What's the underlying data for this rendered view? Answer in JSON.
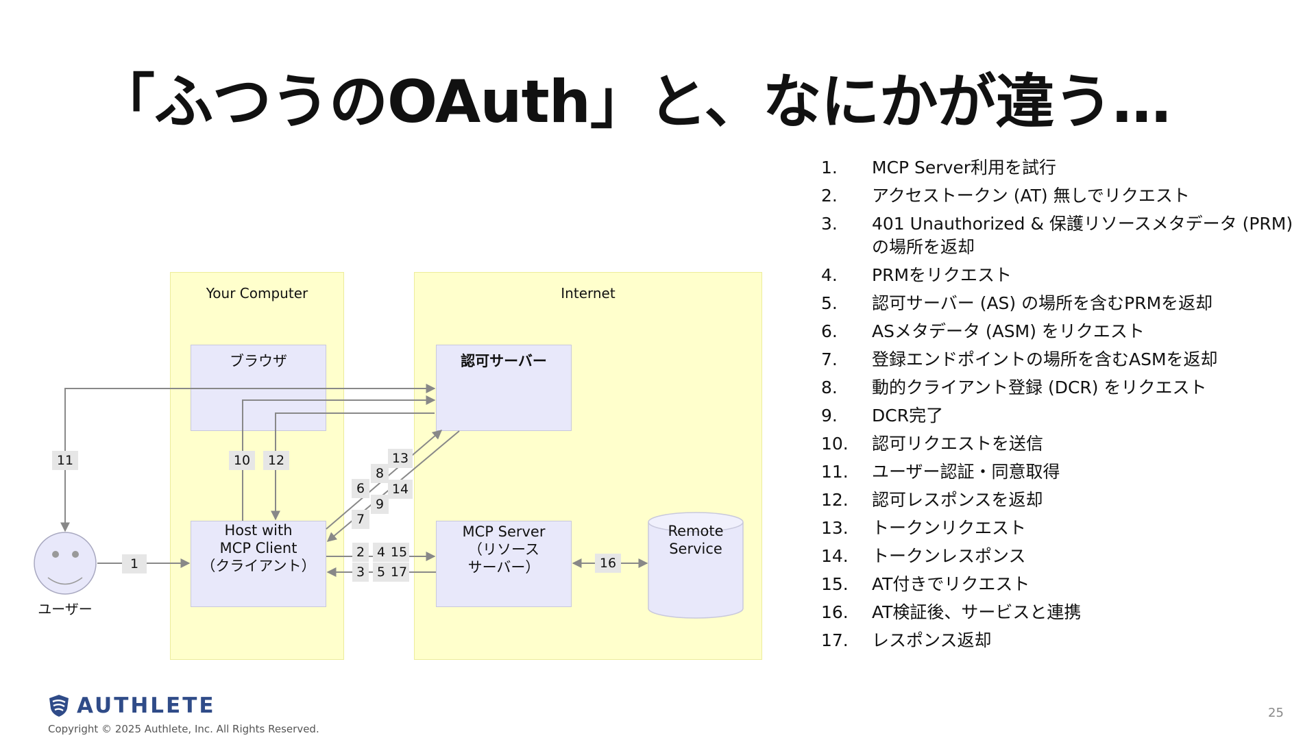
{
  "title": "「ふつうのOAuth」と、なにかが違う…",
  "zones": {
    "your_computer": "Your Computer",
    "internet": "Internet"
  },
  "nodes": {
    "browser": "ブラウザ",
    "auth_server": "認可サーバー",
    "host_client": "Host with\nMCP Client\n（クライアント）",
    "mcp_server": "MCP Server\n（リソース\nサーバー）",
    "remote_service": "Remote\nService",
    "user": "ユーザー"
  },
  "arrow_labels": {
    "a1": "1",
    "a2": "2",
    "a3": "3",
    "a4": "4",
    "a5": "5",
    "a6": "6",
    "a7": "7",
    "a8": "8",
    "a9": "9",
    "a10": "10",
    "a11": "11",
    "a12": "12",
    "a13": "13",
    "a14": "14",
    "a15": "15",
    "a16": "16",
    "a17": "17"
  },
  "steps": [
    {
      "num": "1.",
      "text": "MCP Server利用を試行"
    },
    {
      "num": "2.",
      "text": "アクセストークン (AT) 無しでリクエスト"
    },
    {
      "num": "3.",
      "text": "401 Unauthorized & 保護リソースメタデータ (PRM) の場所を返却"
    },
    {
      "num": "4.",
      "text": "PRMをリクエスト"
    },
    {
      "num": "5.",
      "text": "認可サーバー (AS) の場所を含むPRMを返却"
    },
    {
      "num": "6.",
      "text": "ASメタデータ (ASM) をリクエスト"
    },
    {
      "num": "7.",
      "text": "登録エンドポイントの場所を含むASMを返却"
    },
    {
      "num": "8.",
      "text": "動的クライアント登録 (DCR) をリクエスト"
    },
    {
      "num": "9.",
      "text": "DCR完了"
    },
    {
      "num": "10.",
      "text": "認可リクエストを送信"
    },
    {
      "num": "11.",
      "text": "ユーザー認証・同意取得"
    },
    {
      "num": "12.",
      "text": "認可レスポンスを返却"
    },
    {
      "num": "13.",
      "text": "トークンリクエスト"
    },
    {
      "num": "14.",
      "text": "トークンレスポンス"
    },
    {
      "num": "15.",
      "text": "AT付きでリクエスト"
    },
    {
      "num": "16.",
      "text": "AT検証後、サービスと連携"
    },
    {
      "num": "17.",
      "text": "レスポンス返却"
    }
  ],
  "footer": {
    "logo": "AUTHLETE",
    "copyright": "Copyright © 2025 Authlete, Inc. All Rights Reserved.",
    "page": "25"
  },
  "icons": [
    "smiley-face-icon",
    "authlete-shield-icon"
  ],
  "colors": {
    "zone": "#ffffcc",
    "node": "#e8e8fa",
    "arrow": "#888888",
    "logo": "#2f4b88"
  }
}
